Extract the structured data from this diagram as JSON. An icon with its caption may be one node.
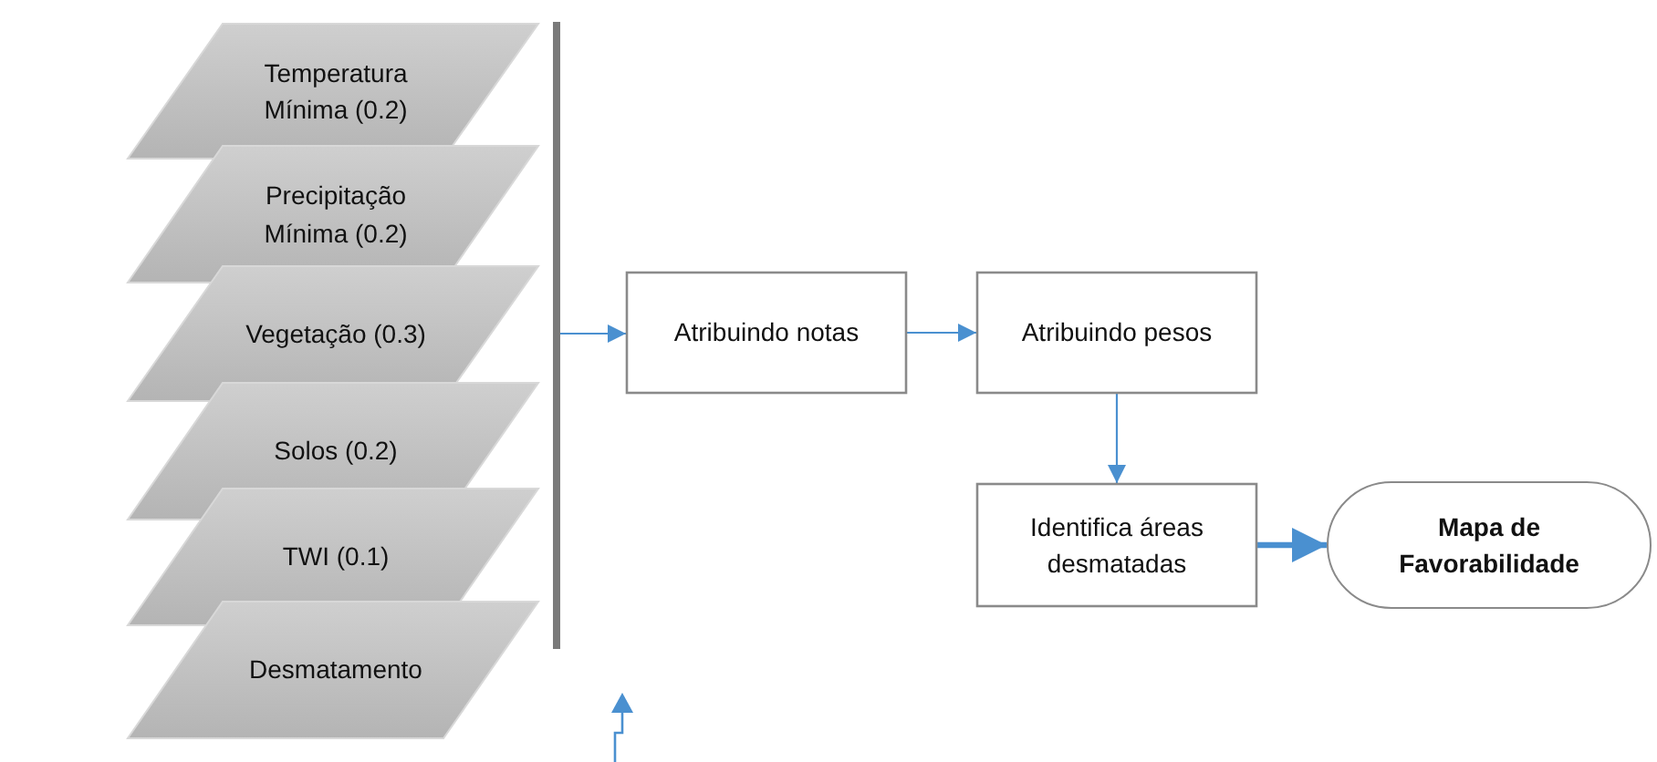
{
  "diagram": {
    "nodes": [
      {
        "text": [
          "Temperatura Mínima (0.2)"
        ]
      },
      {
        "text": [
          "Precipitação Mínima (0.2)"
        ]
      },
      {
        "text": [
          "Vegetação (0.3)"
        ]
      },
      {
        "text": [
          "Solos (0.2)"
        ]
      },
      {
        "text": [
          "TWI (0.1)"
        ]
      },
      {
        "text": [
          "Desmatamento"
        ]
      },
      {
        "text": [],
        "shape": "bar"
      },
      {
        "text": [
          "Atribuindo notas"
        ]
      },
      {
        "text": [
          "Atribuindo pesos"
        ]
      },
      {
        "text": [
          "Identifica áreas desmatadas"
        ]
      },
      {
        "text": [
          "Mapa de Favorabilidade"
        ]
      }
    ],
    "edges": [
      {
        "from": 6,
        "to": 7,
        "arrow": "to"
      },
      {
        "from": 7,
        "to": 8,
        "arrow": "to"
      },
      {
        "from": 8,
        "to": 9,
        "arrow": "to"
      },
      {
        "from": 9,
        "to": 10,
        "arrow": "to",
        "style": "thick"
      }
    ]
  }
}
